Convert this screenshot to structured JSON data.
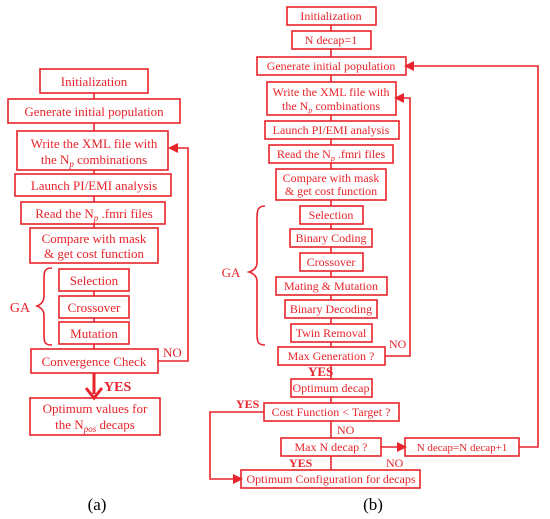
{
  "colors": {
    "accent": "#e8232a",
    "caption": "#000000",
    "background": "#ffffff"
  },
  "panel_a": {
    "caption": "(a)",
    "initialization": "Initialization",
    "generate": "Generate initial population",
    "write_xml_1": "Write the XML file with",
    "write_xml_2": "the N",
    "write_xml_sub": "p",
    "write_xml_3": " combinations",
    "launch": "Launch PI/EMI analysis",
    "read_1": "Read the N",
    "read_sub": "p",
    "read_2": " .fmri files",
    "compare_1": "Compare with mask",
    "compare_2": "& get cost function",
    "ga_label": "GA",
    "selection": "Selection",
    "crossover": "Crossover",
    "mutation": "Mutation",
    "convergence": "Convergence Check",
    "no_label": "NO",
    "yes_label": "YES",
    "optimum_1": "Optimum values for",
    "optimum_2": "the N",
    "optimum_sub": "pos",
    "optimum_3": " decaps"
  },
  "panel_b": {
    "caption": "(b)",
    "initialization": "Initialization",
    "n_decap": "N decap=1",
    "generate": "Generate initial population",
    "write_xml_1": "Write the XML file with",
    "write_xml_2": "the N",
    "write_xml_sub": "p",
    "write_xml_3": " combinations",
    "launch": "Launch PI/EMI analysis",
    "read_1": "Read the N",
    "read_sub": "p",
    "read_2": " .fmri files",
    "compare_1": "Compare with mask",
    "compare_2": "& get cost function",
    "ga_label": "GA",
    "selection": "Selection",
    "binary_coding": "Binary Coding",
    "crossover": "Crossover",
    "mating": "Mating & Mutation",
    "binary_decoding": "Binary Decoding",
    "twin_removal": "Twin Removal",
    "max_generation": "Max Generation ?",
    "no_gen": "NO",
    "yes_gen": "YES",
    "optimum_decap": "Optimum decap",
    "cost_function": "Cost Function < Target ?",
    "yes_cost": "YES",
    "no_cost": "NO",
    "max_n_decap": "Max N decap ?",
    "increment": "N decap=N decap+1",
    "yes_max": "YES",
    "no_max": "NO",
    "optimum_config": "Optimum Configuration for decaps"
  }
}
